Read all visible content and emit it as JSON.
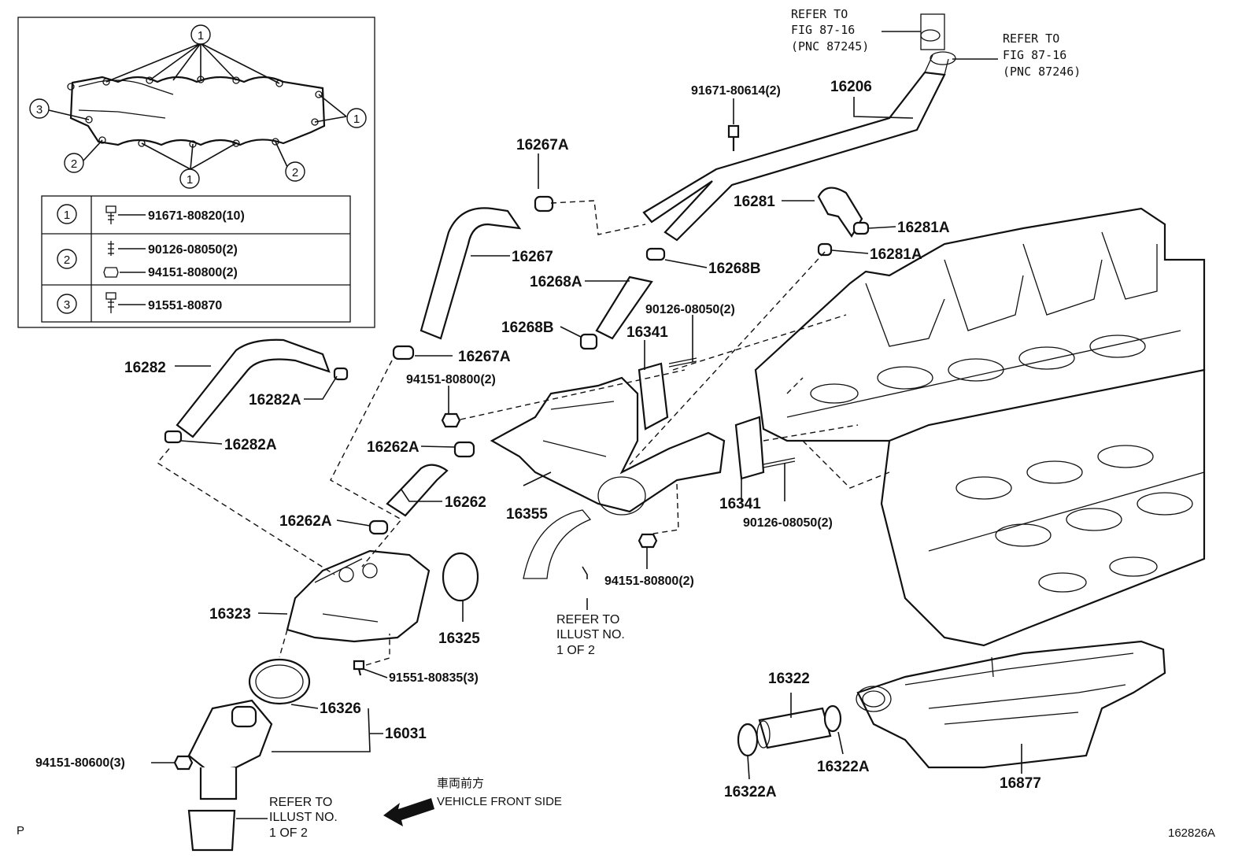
{
  "inset": {
    "keys": [
      "1",
      "2",
      "3"
    ],
    "table": [
      {
        "key": "1",
        "parts": [
          "91671-80820(10)"
        ]
      },
      {
        "key": "2",
        "parts": [
          "90126-08050(2)",
          "94151-80800(2)"
        ]
      },
      {
        "key": "3",
        "parts": [
          "91551-80870"
        ]
      }
    ]
  },
  "refs": {
    "fig_a": {
      "line1": "REFER TO",
      "line2": "FIG  87-16",
      "line3": "(PNC 87245)"
    },
    "fig_b": {
      "line1": "REFER TO",
      "line2": "FIG  87-16",
      "line3": "(PNC 87246)"
    },
    "illust_mid": {
      "line1": "REFER TO",
      "line2": "ILLUST NO.",
      "line3": "1 OF 2"
    },
    "illust_bottom": {
      "line1": "REFER TO",
      "line2": "ILLUST NO.",
      "line3": "1 OF 2"
    }
  },
  "parts": {
    "p16206": "16206",
    "p91671_80614": "91671-80614(2)",
    "p16267A_top": "16267A",
    "p16281": "16281",
    "p16281A_a": "16281A",
    "p16281A_b": "16281A",
    "p16267": "16267",
    "p16268B_a": "16268B",
    "p16268A": "16268A",
    "p90126_a": "90126-08050(2)",
    "p16268B_b": "16268B",
    "p16341_a": "16341",
    "p16267A_b": "16267A",
    "p16282": "16282",
    "p94151_80800_a": "94151-80800(2)",
    "p16282A_a": "16282A",
    "p16282A_b": "16282A",
    "p16262A_a": "16262A",
    "p16262": "16262",
    "p16355": "16355",
    "p16341_b": "16341",
    "p90126_b": "90126-08050(2)",
    "p16262A_b": "16262A",
    "p94151_80800_b": "94151-80800(2)",
    "p16323": "16323",
    "p16325": "16325",
    "p91551_80835": "91551-80835(3)",
    "p16326": "16326",
    "p16031": "16031",
    "p94151_80600": "94151-80600(3)",
    "p16322": "16322",
    "p16322A_a": "16322A",
    "p16322A_b": "16322A",
    "p16877": "16877"
  },
  "front": {
    "jp": "車両前方",
    "en": "VEHICLE FRONT SIDE"
  },
  "footer": {
    "left": "P",
    "right": "162826A"
  }
}
